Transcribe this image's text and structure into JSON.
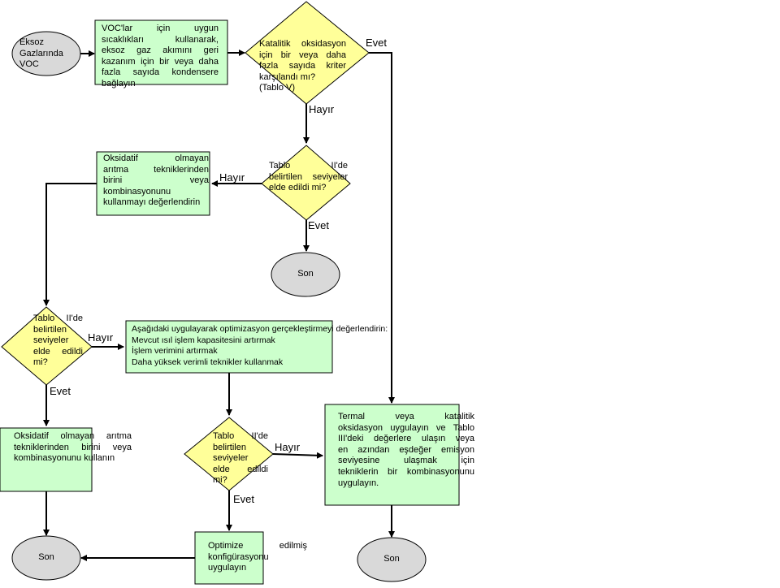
{
  "nodes": {
    "start": [
      "Eksoz",
      "Gazlarında",
      "VOC"
    ],
    "connect": [
      "VOC'lar için uygun",
      "sıcaklıkları kullanarak,",
      "eksoz gaz akımını geri",
      "kazanım için bir veya daha",
      "fazla sayıda kondensere",
      "bağlayın"
    ],
    "catalytic_q": [
      "Katalitik oksidasyon",
      "için bir veya daha",
      "fazla sayıda kriter",
      "karşılandı mı?",
      "(Tablo V)"
    ],
    "table2_q_top": [
      "Tablo II'de",
      "belirtilen seviyeler",
      "elde edildi mi?"
    ],
    "end_top": "Son",
    "evaluate_nonox": [
      "Oksidatif olmayan",
      "arıtma tekniklerinden",
      "birini veya",
      "kombinasyonunu",
      "kullanmayı değerlendirin"
    ],
    "table2_q_left": [
      "Tablo II'de",
      "belirtilen",
      "seviyeler",
      "elde edildi",
      "mi?"
    ],
    "optimize_eval": [
      "Aşağıdaki uygulayarak optimizasyon gerçekleştirmeyi değerlendirin:",
      "Mevcut ısıl işlem kapasitesini artırmak",
      "İşlem verimini artırmak",
      "Daha yüksek verimli teknikler kullanmak"
    ],
    "apply_nonox": [
      "Oksidatif olmayan arıtma",
      "tekniklerinden birini veya",
      "kombinasyonunu kullanın"
    ],
    "table2_q_mid": [
      "Tablo II'de",
      "belirtilen",
      "seviyeler",
      "elde edildi",
      "mi?"
    ],
    "thermal": [
      "Termal veya katalitik",
      "oksidasyon uygulayın ve Tablo",
      "III'deki değerlere ulaşın veya",
      "en azından eşdeğer emisyon",
      "seviyesine ulaşmak için",
      "tekniklerin bir kombinasyonunu",
      "uygulayın."
    ],
    "optimized": [
      "Optimize edilmiş",
      "konfigürasyonu",
      "uygulayın"
    ],
    "end_left": "Son",
    "end_right": "Son"
  },
  "edge_labels": {
    "yes": "Evet",
    "no": "Hayır"
  },
  "colors": {
    "process": "#ccffcc",
    "decision": "#ffff99",
    "terminal": "#d9d9d9"
  }
}
